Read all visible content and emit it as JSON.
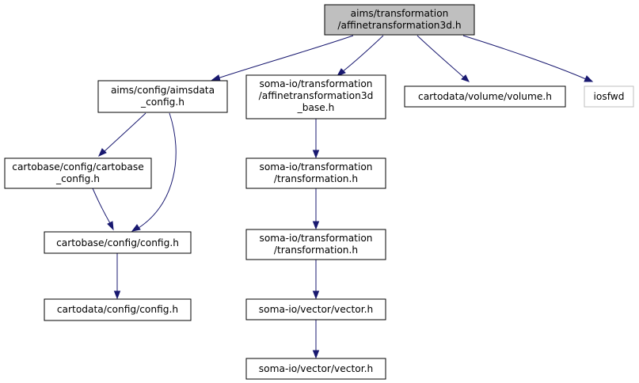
{
  "colors": {
    "edge": "#191970",
    "root_fill": "#bfbfbf",
    "node_fill": "#ffffff",
    "node_border": "#000000",
    "missing_node_border": "#bfbfbf"
  },
  "nodes": {
    "root": {
      "lines": [
        "aims/transformation",
        "/affinetransformation3d.h"
      ]
    },
    "aimsdata_config": {
      "lines": [
        "aims/config/aimsdata",
        "_config.h"
      ]
    },
    "affine_base": {
      "lines": [
        "soma-io/transformation",
        "/affinetransformation3d",
        "_base.h"
      ]
    },
    "volume": {
      "lines": [
        "cartodata/volume/volume.h"
      ]
    },
    "iosfwd": {
      "lines": [
        "iosfwd"
      ]
    },
    "cartobase_config": {
      "lines": [
        "cartobase/config/cartobase",
        "_config.h"
      ]
    },
    "transformation_a": {
      "lines": [
        "soma-io/transformation",
        "/transformation.h"
      ]
    },
    "cartobase_configh": {
      "lines": [
        "cartobase/config/config.h"
      ]
    },
    "transformation_b": {
      "lines": [
        "soma-io/transformation",
        "/transformation.h"
      ]
    },
    "cartodata_config": {
      "lines": [
        "cartodata/config/config.h"
      ]
    },
    "vector_a": {
      "lines": [
        "soma-io/vector/vector.h"
      ]
    },
    "vector_b": {
      "lines": [
        "soma-io/vector/vector.h"
      ]
    }
  }
}
